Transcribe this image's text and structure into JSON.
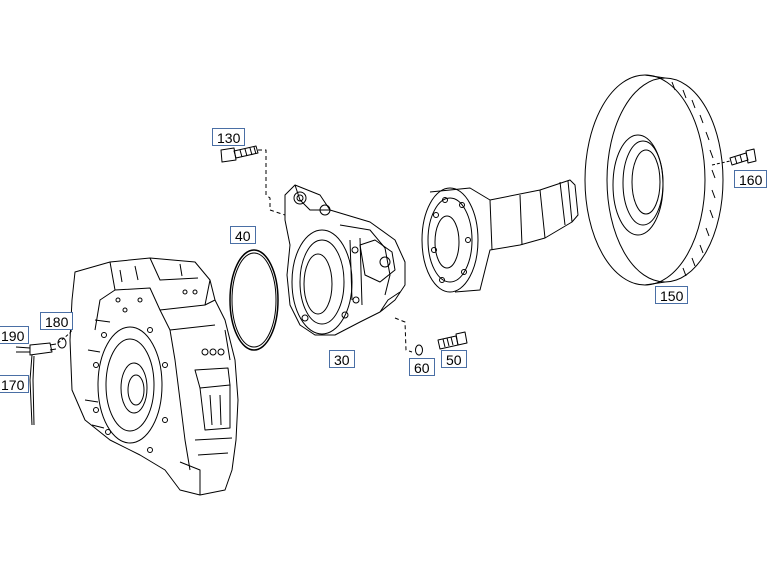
{
  "diagram": {
    "callouts": [
      {
        "id": "c130",
        "label": "130"
      },
      {
        "id": "c40",
        "label": "40"
      },
      {
        "id": "c160",
        "label": "160"
      },
      {
        "id": "c150",
        "label": "150"
      },
      {
        "id": "c180",
        "label": "180"
      },
      {
        "id": "c190",
        "label": "190"
      },
      {
        "id": "c170",
        "label": "170"
      },
      {
        "id": "c30",
        "label": "30"
      },
      {
        "id": "c60",
        "label": "60"
      },
      {
        "id": "c50",
        "label": "50"
      }
    ],
    "colors": {
      "line": "#000000",
      "callout_border": "#4a6fa5"
    }
  }
}
